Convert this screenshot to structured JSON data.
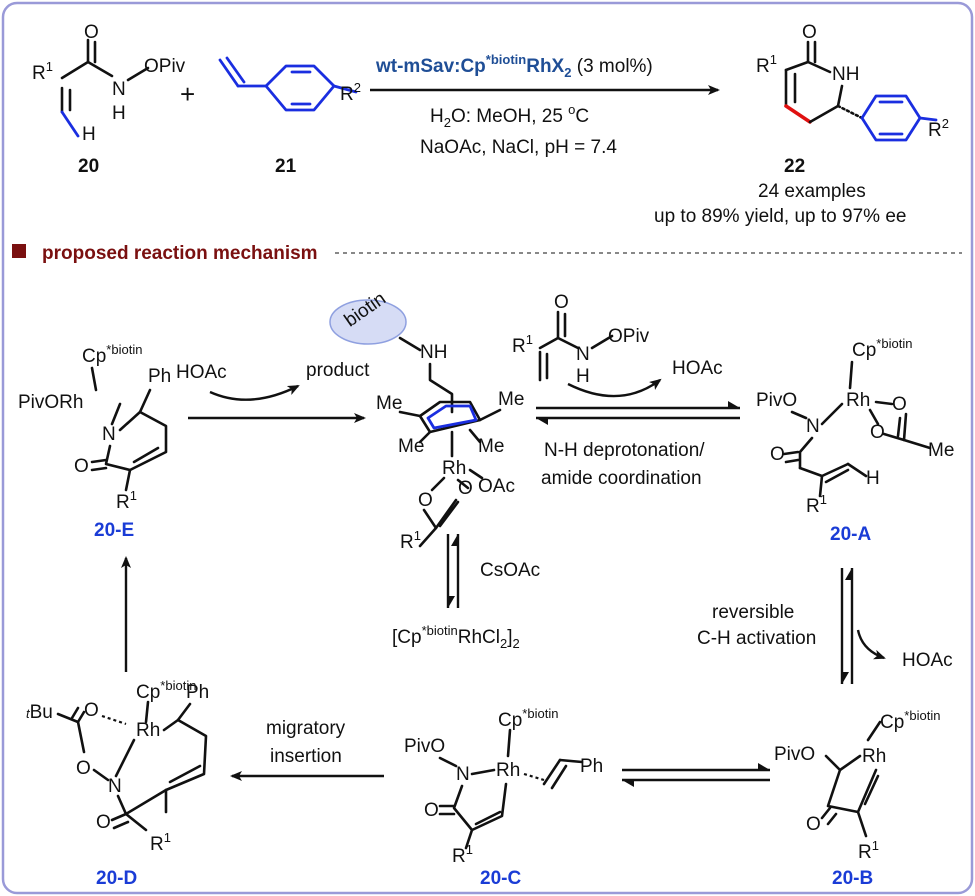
{
  "scheme": {
    "reactant_1": {
      "label": "20",
      "r": "R",
      "r_sup": "1",
      "o": "O",
      "n": "N",
      "h": "H",
      "opiv": "OPiv",
      "h_vinyl": "H"
    },
    "reactant_2": {
      "label": "21",
      "r": "R",
      "r_sup": "2"
    },
    "plus": "+",
    "catalyst": {
      "prefix": "wt-mSav:Cp",
      "sup": "*biotin",
      "mid": "RhX",
      "sub": "2",
      "loading": " (3 mol%)"
    },
    "conditions_1": {
      "a": "H",
      "a_sub": "2",
      "b": "O: MeOH, 25 ",
      "b_sup": "o",
      "c": "C"
    },
    "conditions_2": "NaOAc, NaCl, pH = 7.4",
    "product": {
      "label": "22",
      "r1": "R",
      "r1_sup": "1",
      "o": "O",
      "nh": "NH",
      "r2": "R",
      "r2_sup": "2"
    },
    "results_1": "24 examples",
    "results_2": "up to 89% yield, up to 97% ee"
  },
  "mechanism_header": "proposed reaction mechanism",
  "mechanism": {
    "center": {
      "biotin": "biotin",
      "nh": "NH",
      "me_1": "Me",
      "me_2": "Me",
      "me_3": "Me",
      "me_4": "Me",
      "rh": "Rh",
      "o_1": "O",
      "o_2": "O",
      "oac": "OAc",
      "r": "R",
      "r_sup": "1"
    },
    "substrate": {
      "r": "R",
      "r_sup": "1",
      "o": "O",
      "n": "N",
      "h": "H",
      "opiv": "OPiv"
    },
    "step_1": {
      "reagent": "HOAc",
      "byproduct": "product"
    },
    "step_2": {
      "byproduct": "HOAc",
      "line_1": "N-H deprotonation/",
      "line_2": "amide coordination"
    },
    "step_3": {
      "reagent": "CsOAc",
      "precursor_a": "[Cp",
      "precursor_sup": "*biotin",
      "precursor_b": "RhCl",
      "precursor_sub": "2",
      "precursor_c": "]",
      "precursor_sub2": "2"
    },
    "step_4": {
      "line_1": "reversible",
      "line_2": "C-H activation",
      "byproduct": "HOAc"
    },
    "step_5": {
      "line_1": "migratory",
      "line_2": "insertion"
    },
    "cp": "Cp",
    "cp_sup": "*biotin",
    "int_A": {
      "label": "20-A",
      "pivo": "PivO",
      "n": "N",
      "rh": "Rh",
      "o_1": "O",
      "o_2": "O",
      "me": "Me",
      "o_3": "O",
      "r": "R",
      "r_sup": "1",
      "h": "H"
    },
    "int_B": {
      "label": "20-B",
      "pivo": "PivO",
      "rh": "Rh",
      "o": "O",
      "r": "R",
      "r_sup": "1"
    },
    "int_C": {
      "label": "20-C",
      "pivo": "PivO",
      "n": "N",
      "rh": "Rh",
      "ph": "Ph",
      "o": "O",
      "r": "R",
      "r_sup": "1"
    },
    "int_D": {
      "label": "20-D",
      "t": "t",
      "bu": "Bu",
      "o_1": "O",
      "rh": "Rh",
      "ph": "Ph",
      "o_2": "O",
      "n": "N",
      "o_3": "O",
      "r": "R",
      "r_sup": "1"
    },
    "int_E": {
      "label": "20-E",
      "pivorh": "PivORh",
      "ph": "Ph",
      "n": "N",
      "o": "O",
      "r": "R",
      "r_sup": "1"
    }
  },
  "colors": {
    "frame": "#9a9ad8",
    "reaction_bond": "#1a2ee0",
    "new_bond": "#e01010",
    "label": "#1a3cd6",
    "catalyst": "#1f4e96",
    "header": "#7a1010",
    "header_square": "#7a1010",
    "biotin_fill": "#d6dcf5"
  }
}
